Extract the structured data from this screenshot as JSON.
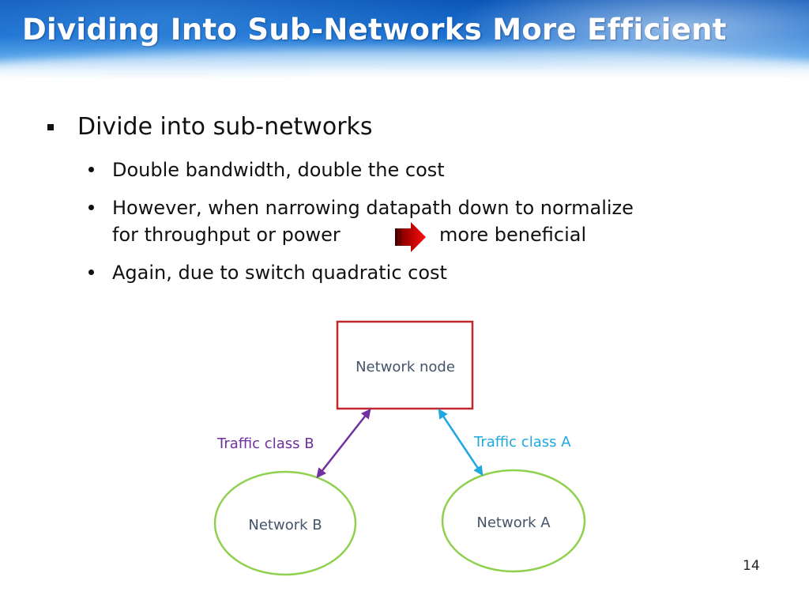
{
  "slide": {
    "title": "Dividing Into Sub-Networks More Efficient",
    "page_number": "14"
  },
  "bullets": {
    "level1": "Divide into sub-networks",
    "items": [
      "Double bandwidth, double the cost",
      "However, when narrowing datapath down to normalize",
      "Again, due to switch quadratic cost"
    ],
    "continuation_before": "for throughput or power",
    "continuation_after": "more beneficial"
  },
  "diagram": {
    "node_label": "Network node",
    "network_b": "Network B",
    "network_a": "Network A",
    "traffic_b": "Traffic class B",
    "traffic_a": "Traffic class A"
  },
  "colors": {
    "node_border": "#c0282d",
    "circle": "#8fd14f",
    "traffic_b": "#7030a0",
    "traffic_a": "#1fa7e0",
    "diagram_text": "#44546a",
    "arrow_icon": "#e00000"
  },
  "icons": {
    "arrow": "right-arrow-icon"
  }
}
